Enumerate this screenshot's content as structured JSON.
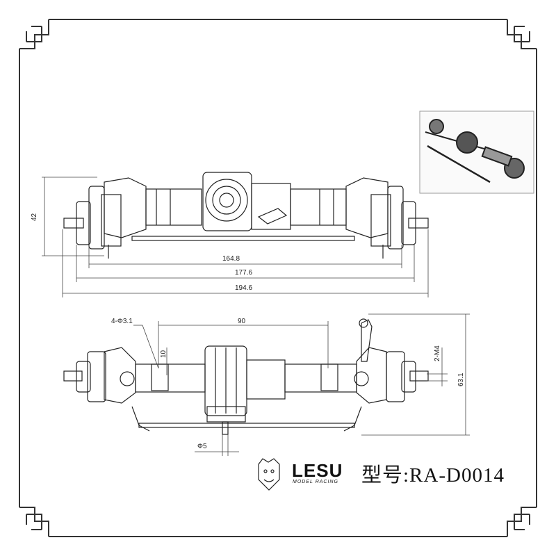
{
  "top_view": {
    "dim_height": "42",
    "dim_width_1": "164.8",
    "dim_width_2": "177.6",
    "dim_width_3": "194.6"
  },
  "bottom_view": {
    "dim_holes": "4-Φ3.1",
    "dim_hole_spacing": "90",
    "dim_hole_gap": "10",
    "dim_thread": "2-M4",
    "dim_height": "63.1",
    "dim_shaft": "Φ5"
  },
  "branding": {
    "brand_name": "LESU",
    "brand_tagline": "MODEL RACING",
    "model_label": "型号:RA-D0014"
  },
  "colors": {
    "line": "#222222",
    "frame": "#333333"
  }
}
